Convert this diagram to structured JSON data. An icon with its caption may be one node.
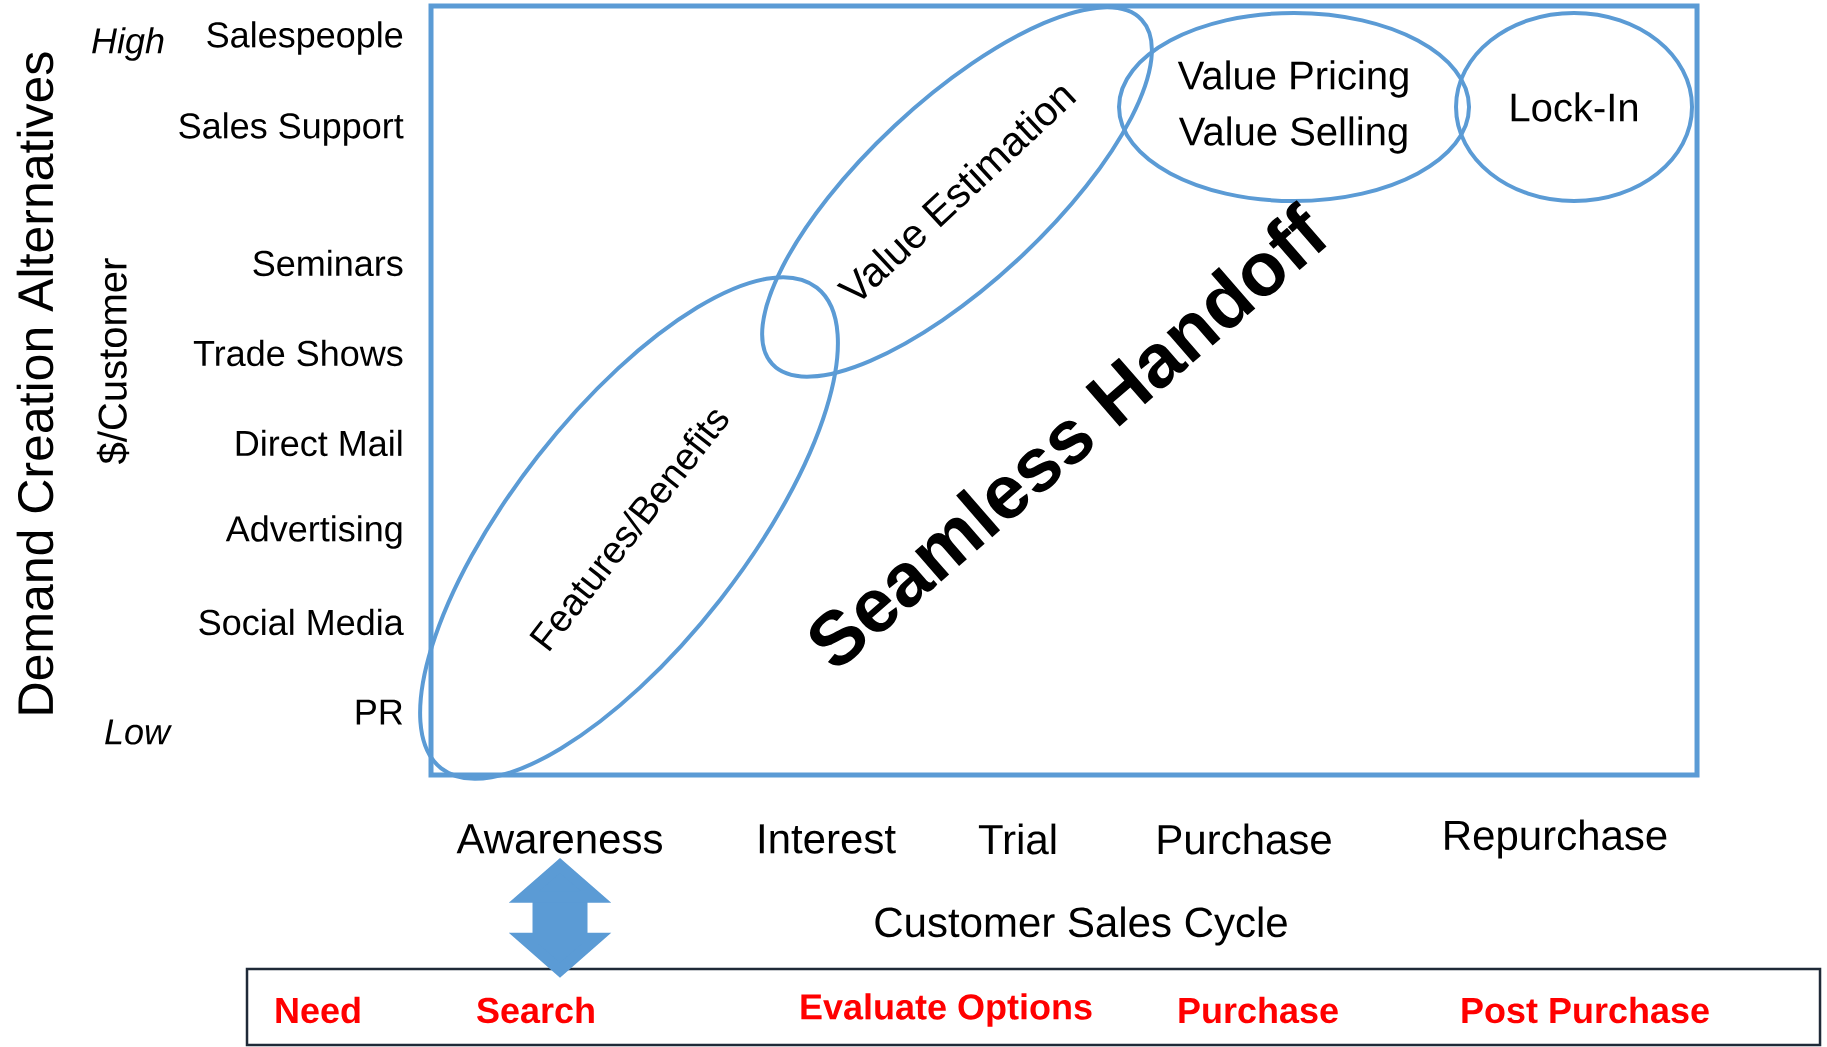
{
  "diagram": {
    "nodes": [
      {
        "text": [
          "Features/Benefits"
        ]
      },
      {
        "text": [
          "Value Estimation"
        ]
      },
      {
        "text": [
          "Value Pricing",
          "Value Selling"
        ]
      },
      {
        "text": [
          "Lock-In"
        ]
      },
      {
        "text": [
          "Awareness"
        ]
      },
      {
        "text": [
          "Need",
          "Search",
          "Evaluate Options",
          "Purchase",
          "Post Purchase"
        ]
      }
    ],
    "edges": [
      {
        "from": 4,
        "to": 5,
        "arrow": "both"
      }
    ],
    "labels": [
      "Demand Creation Alternatives",
      "$/Customer",
      "High",
      "Salespeople",
      "Sales Support",
      "Seminars",
      "Trade Shows",
      "Direct Mail",
      "Advertising",
      "Social Media",
      "PR",
      "Low",
      "Seamless Handoff",
      "Interest",
      "Trial",
      "Purchase",
      "Repurchase",
      "Customer Sales Cycle"
    ]
  }
}
